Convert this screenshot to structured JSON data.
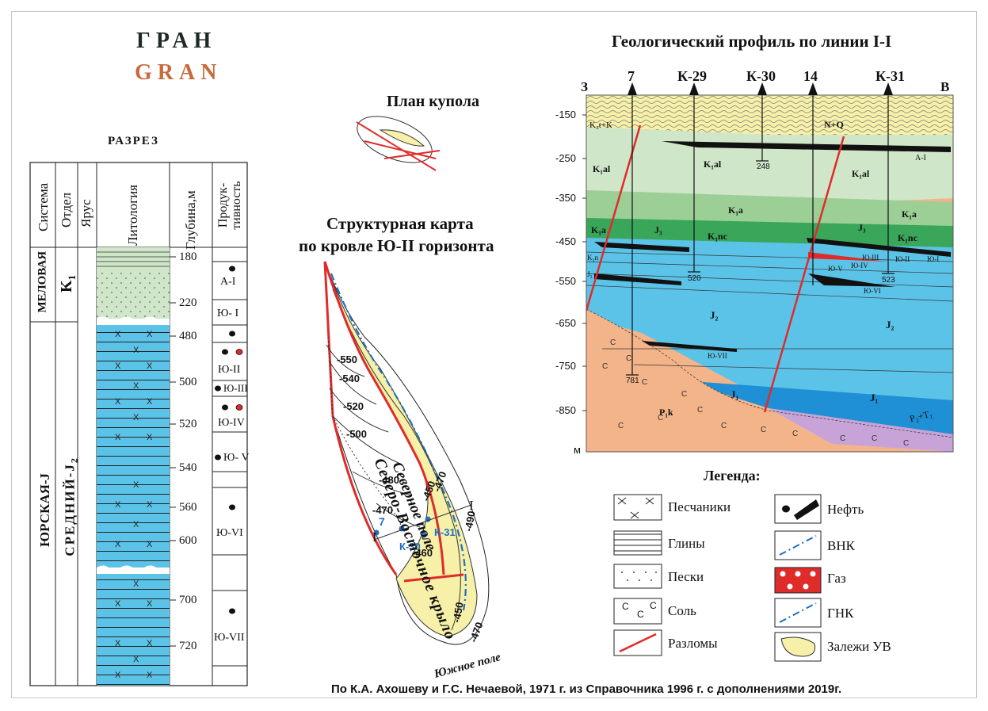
{
  "title": "ГРАН",
  "title_latin": "GRAN",
  "section": {
    "heading": "РАЗРЕЗ",
    "columns": [
      "Система",
      "Отдел",
      "Ярус",
      "Литология",
      "Глубина,м",
      "Продук-тивность"
    ],
    "system_cretaceous": "МЕЛОВАЯ",
    "system_jurassic": "ЮРСКАЯ-J",
    "series_k": "K",
    "series_k_sub": "1",
    "series_j": "СРЕДНИЙ-J",
    "series_j_sub": "2",
    "depths": [
      "180",
      "220",
      "480",
      "500",
      "520",
      "540",
      "560",
      "600",
      "700",
      "720"
    ],
    "horizons": [
      "А-I",
      "Ю- I",
      "Ю-II",
      "Ю-III",
      "Ю-IV",
      "Ю- V",
      "Ю-VI",
      "Ю-VII"
    ]
  },
  "plan": {
    "title": "План купола"
  },
  "structmap": {
    "title_line1": "Структурная карта",
    "title_line2": "по кровле Ю-II горизонта",
    "contours": [
      "-550",
      "-540",
      "-520",
      "-500",
      "-480",
      "-470",
      "-460",
      "-450",
      "-470",
      "-490",
      "-450",
      "-470"
    ],
    "wells": [
      "7",
      "К-30",
      "К-31"
    ],
    "section_marks": [
      "I",
      "I"
    ],
    "labels": [
      "Северо-Восточное крыло",
      "Северное поле",
      "Южное поле"
    ]
  },
  "profile": {
    "title": "Геологический профиль по линии I-I",
    "west": "З",
    "east": "В",
    "wells": [
      "7",
      "К-29",
      "К-30",
      "14",
      "К-31"
    ],
    "depth_ticks": [
      "-150",
      "-250",
      "-350",
      "-450",
      "-550",
      "-650",
      "-750",
      "-850"
    ],
    "depth_unit": "м",
    "well_depths": [
      "248",
      "520",
      "523",
      "781"
    ],
    "layers": [
      "K₂t+K",
      "N+Q",
      "K₁al",
      "K₁al",
      "K₁al",
      "A-I",
      "K₁a",
      "K₁a",
      "K₁a",
      "J₃",
      "J₃",
      "K₁nc",
      "K₁nc",
      "Ю-III",
      "Ю-IV",
      "Ю-II",
      "Ю-I",
      "Ю-V",
      "Ю-VI",
      "J₂",
      "J₂",
      "Ю-VII",
      "J₁",
      "J₁",
      "P₁k",
      "P₂+T₁",
      "K₁n",
      "J₃"
    ]
  },
  "legend": {
    "title": "Легенда:",
    "items_left": [
      "Песчаники",
      "Глины",
      "Пески",
      "Соль",
      "Разломы"
    ],
    "items_right": [
      "Нефть",
      "ВНК",
      "Газ",
      "ГНК",
      "Залежи УВ"
    ],
    "salt_symbol": "C"
  },
  "credit": "По К.А. Ахошеву и Г.С. Нечаевой, 1971 г. из Справочника 1996 г. с дополнениями 2019г.",
  "colors": {
    "clay_green": "#cfe6c9",
    "jurassic_blue": "#5cc3e8",
    "deep_blue": "#1f8fd6",
    "sand_yellow": "#f6f0a8",
    "salt_orange": "#f4b48a",
    "fault_red": "#e02b2b",
    "green_mid": "#9ccf96",
    "green_dark": "#3aa65a",
    "purple": "#c8a3d8"
  }
}
